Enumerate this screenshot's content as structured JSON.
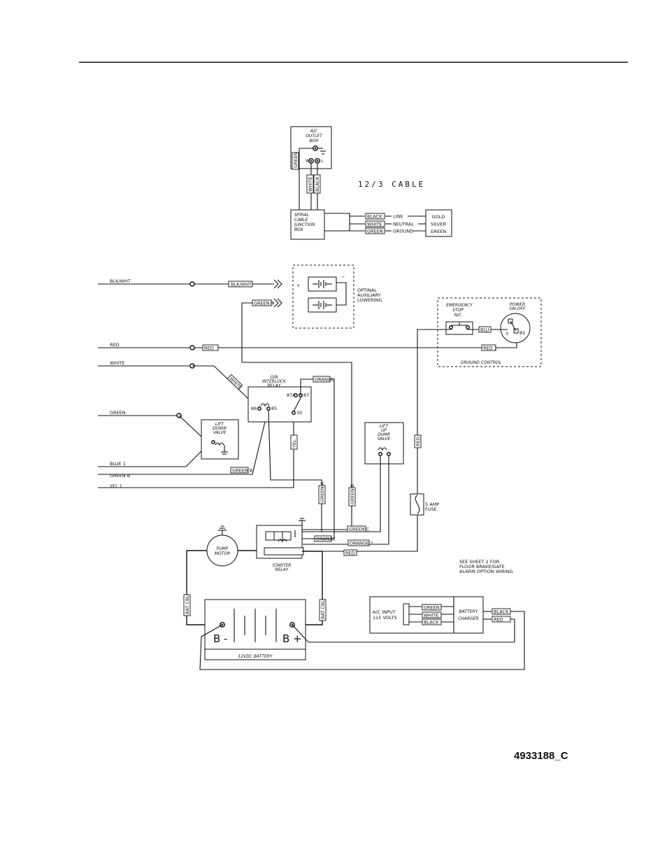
{
  "document": {
    "doc_number": "4933188_C"
  },
  "outlet": {
    "box_line1": "A/C",
    "box_line2": "OUTLET",
    "box_line3": "BOX",
    "wire_green": "GREEN",
    "wire_white": "WHITE",
    "wire_black": "BLACK",
    "pin_w": "W",
    "pin_l": "L",
    "cable_label": "12/3 CABLE"
  },
  "junction": {
    "line1": "SPIRAL",
    "line2": "CABLE",
    "line3": "JUNCTION",
    "line4": "BOX",
    "rows": [
      {
        "color": "BLACK",
        "role": "LINE",
        "terminal": "GOLD"
      },
      {
        "color": "WHITE",
        "role": "NEUTRAL",
        "terminal": "SILVER"
      },
      {
        "color": "GREEN",
        "role": "GROUND",
        "terminal": "GREEN"
      }
    ]
  },
  "harness": {
    "blk_wht": "BLK/WHT",
    "red": "RED",
    "white": "WHITE",
    "green": "GREEN",
    "blue1": "BLUE 1",
    "green_b": "GREEN B",
    "yel1": "YEL 1",
    "tag_blk_wht": "BLK/WHT",
    "tag_green3": "GREEN 3",
    "tag_red": "RED",
    "tag_white": "WHITE",
    "tag_orange": "ORANGE",
    "tag_yel": "YEL",
    "tag_green_b": "GREEN B",
    "tag_green_a": "GREEN A",
    "tag_green_b2": "GREEN B",
    "tag_green_c": "GREEN C",
    "tag_orange2": "ORANGE",
    "tag_orange1": "ORANGE 1",
    "tag_red2": "RED",
    "tag_red_gc": "RED",
    "tag_red1": "RED 1",
    "tag_blu": "BLU"
  },
  "aux": {
    "plus": "+",
    "minus": "−",
    "line1": "OPTINAL",
    "line2": "AUXILIARY",
    "line3": "LOWERING"
  },
  "ground_control": {
    "title": "GROUND CONTROL",
    "estop1": "EMERGENCY",
    "estop2": "STOP",
    "estop3": "N/C",
    "power1": "POWER",
    "power2": "ON-OFF",
    "t3": "3",
    "tb1": "B1"
  },
  "relay": {
    "line1": "O/N",
    "line2": "INTERLOCK",
    "line3": "RELAY",
    "p87a": "87A",
    "p87": "87",
    "p86": "86",
    "p85": "85",
    "p30": "30"
  },
  "lift_down": {
    "line1": "LIFT",
    "line2": "DOWN",
    "line3": "VALVE"
  },
  "lift_up": {
    "line1": "LIFT",
    "line2": "UP",
    "line3": "DUMP",
    "line4": "VALVE"
  },
  "fuse": {
    "line1": "5 AMP",
    "line2": "FUSE"
  },
  "motor": {
    "line1": "PUMP",
    "line2": "MOTOR"
  },
  "starter": {
    "line1": "STARTER",
    "line2": "RELAY"
  },
  "note": {
    "line1": "SEE SHEET 2 FOR",
    "line2": "FLOOR BRAKE/GATE",
    "line3": "ALARM OPTION WIRING"
  },
  "battery": {
    "title": "12VDC BATTERY",
    "neg": "B -",
    "pos": "B +",
    "cable_left": "BAT CBL",
    "cable_right": "BAT CBL"
  },
  "charger": {
    "input1": "A/C INPUT",
    "input2": "115 VOLTS",
    "in_green": "GREEN",
    "in_white": "WHITE",
    "in_black": "BLACK",
    "title1": "BATTERY",
    "title2": "CHARGER",
    "out_black": "BLACK",
    "out_red": "RED"
  }
}
